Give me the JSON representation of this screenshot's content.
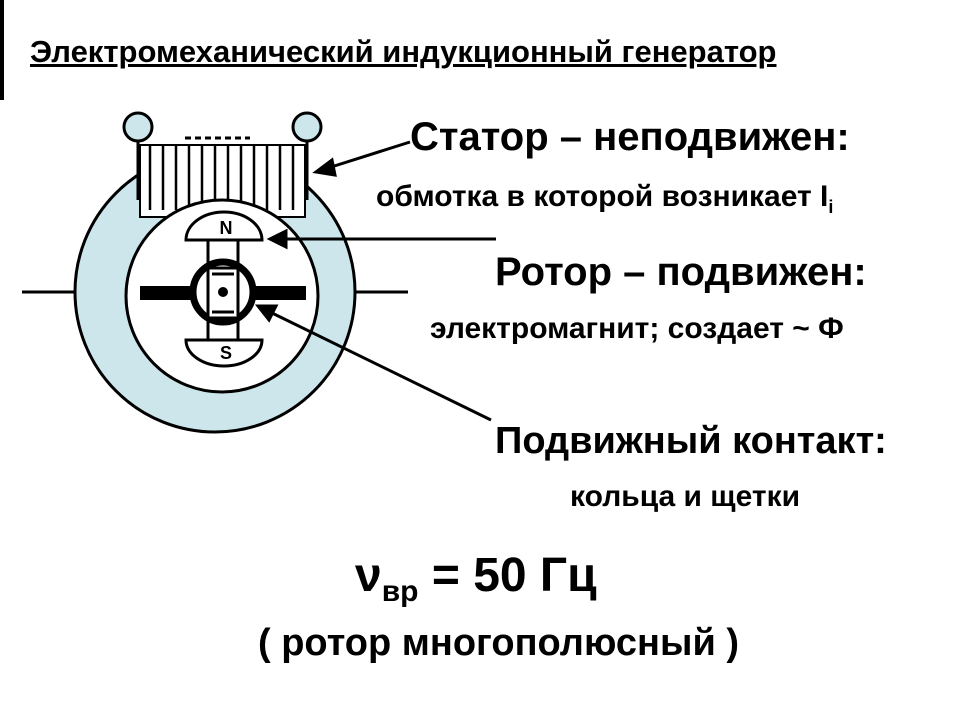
{
  "title": "Электромеханический индукционный генератор",
  "stator": {
    "heading": "Статор – неподвижен:",
    "description_main": "обмотка в которой возникает I",
    "description_sub": "i"
  },
  "rotor": {
    "heading": "Ротор – подвижен:",
    "description": "электромагнит; создает ~ Ф"
  },
  "contact": {
    "heading": "Подвижный контакт:",
    "description": "кольца и щетки"
  },
  "frequency": {
    "symbol": "ν",
    "subscript": "вр",
    "value": " = 50 Гц"
  },
  "note": "(  ротор многополюсный  )",
  "poles": {
    "north": "N",
    "south": "S"
  },
  "colors": {
    "stator_ring": "#cde6ec",
    "ink": "#000000",
    "background": "#ffffff"
  }
}
